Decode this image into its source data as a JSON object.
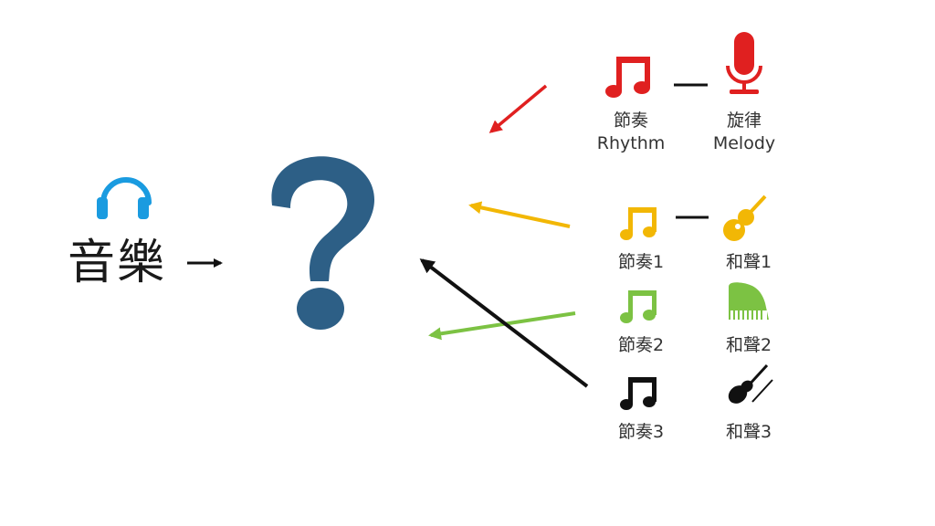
{
  "left": {
    "music_label": "音樂"
  },
  "top_pair": {
    "rhythm_label": "節奏",
    "rhythm_label_en": "Rhythm",
    "melody_label": "旋律",
    "melody_label_en": "Melody"
  },
  "rows": [
    {
      "rhythm": "節奏1",
      "harmony": "和聲1"
    },
    {
      "rhythm": "節奏2",
      "harmony": "和聲2"
    },
    {
      "rhythm": "節奏3",
      "harmony": "和聲3"
    }
  ],
  "colors": {
    "headphones": "#1a9be0",
    "question_mark": "#2d5f86",
    "red": "#e02020",
    "yellow": "#f2b705",
    "green": "#7cc243",
    "black": "#111111"
  },
  "icons": {
    "headphones": "headphones-icon",
    "question": "question-mark-icon",
    "note": "music-note-icon",
    "microphone": "microphone-icon",
    "guitar": "guitar-icon",
    "piano": "piano-icon",
    "violin": "violin-icon"
  }
}
